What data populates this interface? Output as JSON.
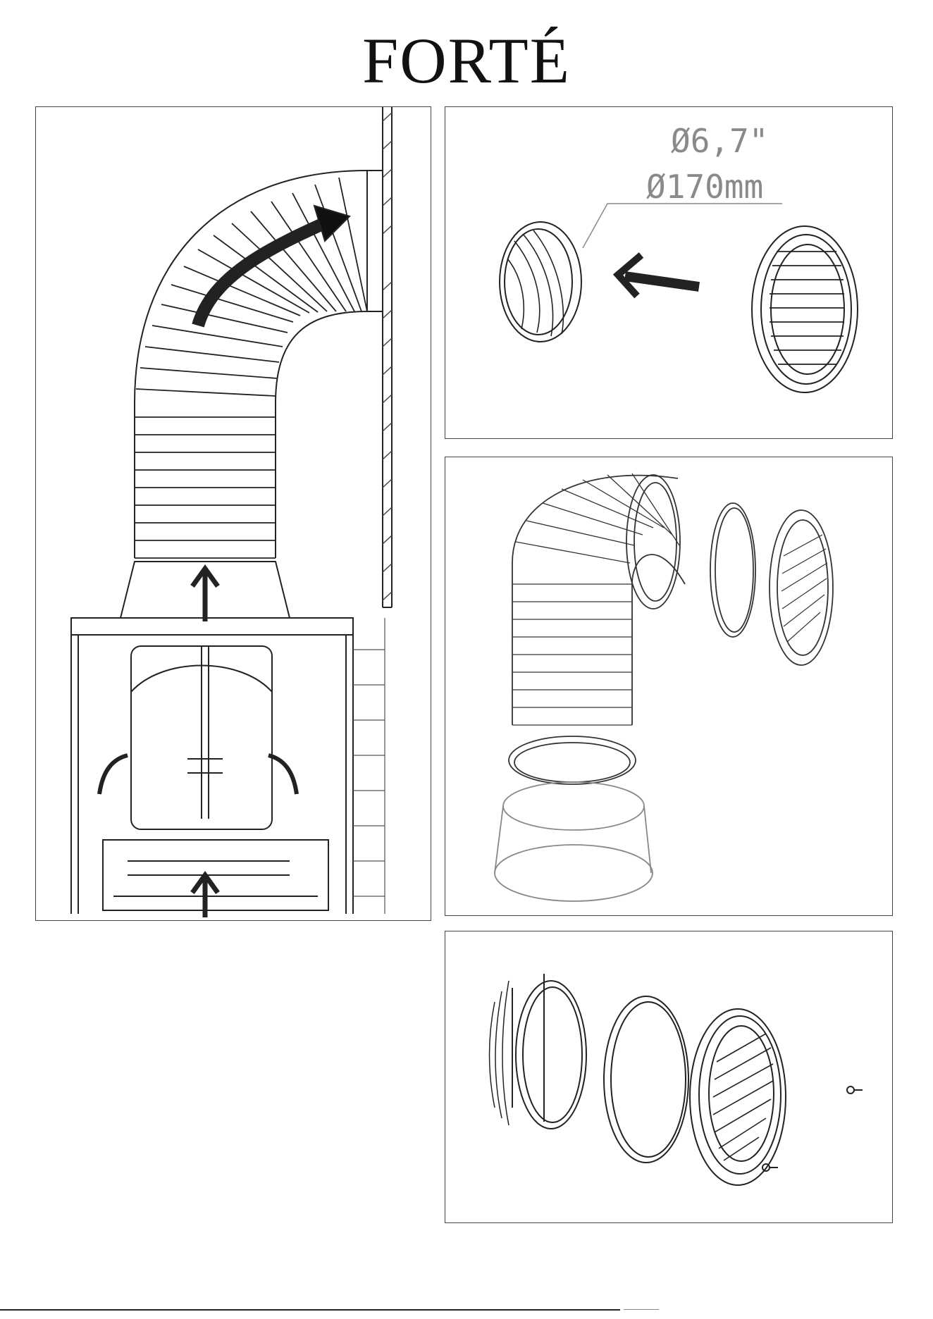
{
  "brand": {
    "logo_text": "FORTÉ"
  },
  "figures": {
    "vent_cover": {
      "diameter_inch": "Ø6,7\"",
      "diameter_mm": "Ø170mm"
    }
  }
}
